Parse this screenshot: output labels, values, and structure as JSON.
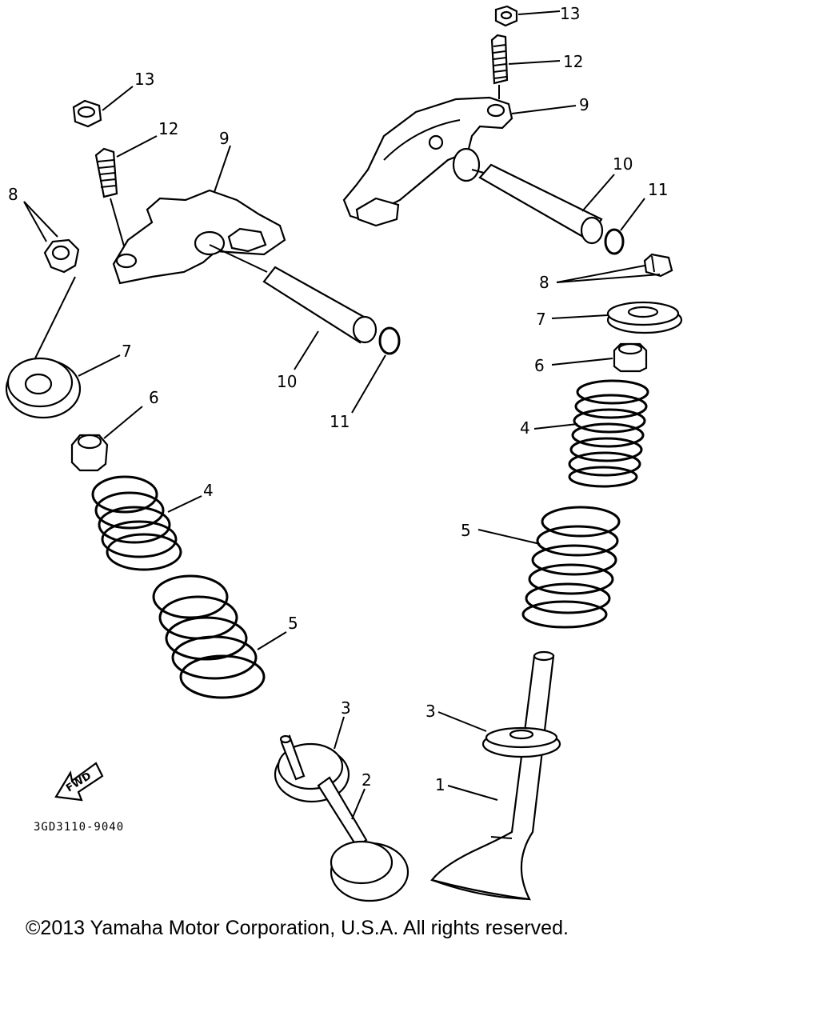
{
  "diagram": {
    "callouts": {
      "n1": "1",
      "n2": "2",
      "n3": "3",
      "n4": "4",
      "n5": "5",
      "n6": "6",
      "n7": "7",
      "n8": "8",
      "n9": "9",
      "n10": "10",
      "n11": "11",
      "n12": "12",
      "n13": "13"
    },
    "fwd_label": "FWD",
    "part_code": "3GD3110-9040"
  },
  "footer": {
    "copyright": "©2013 Yamaha Motor Corporation, U.S.A. All rights reserved."
  }
}
